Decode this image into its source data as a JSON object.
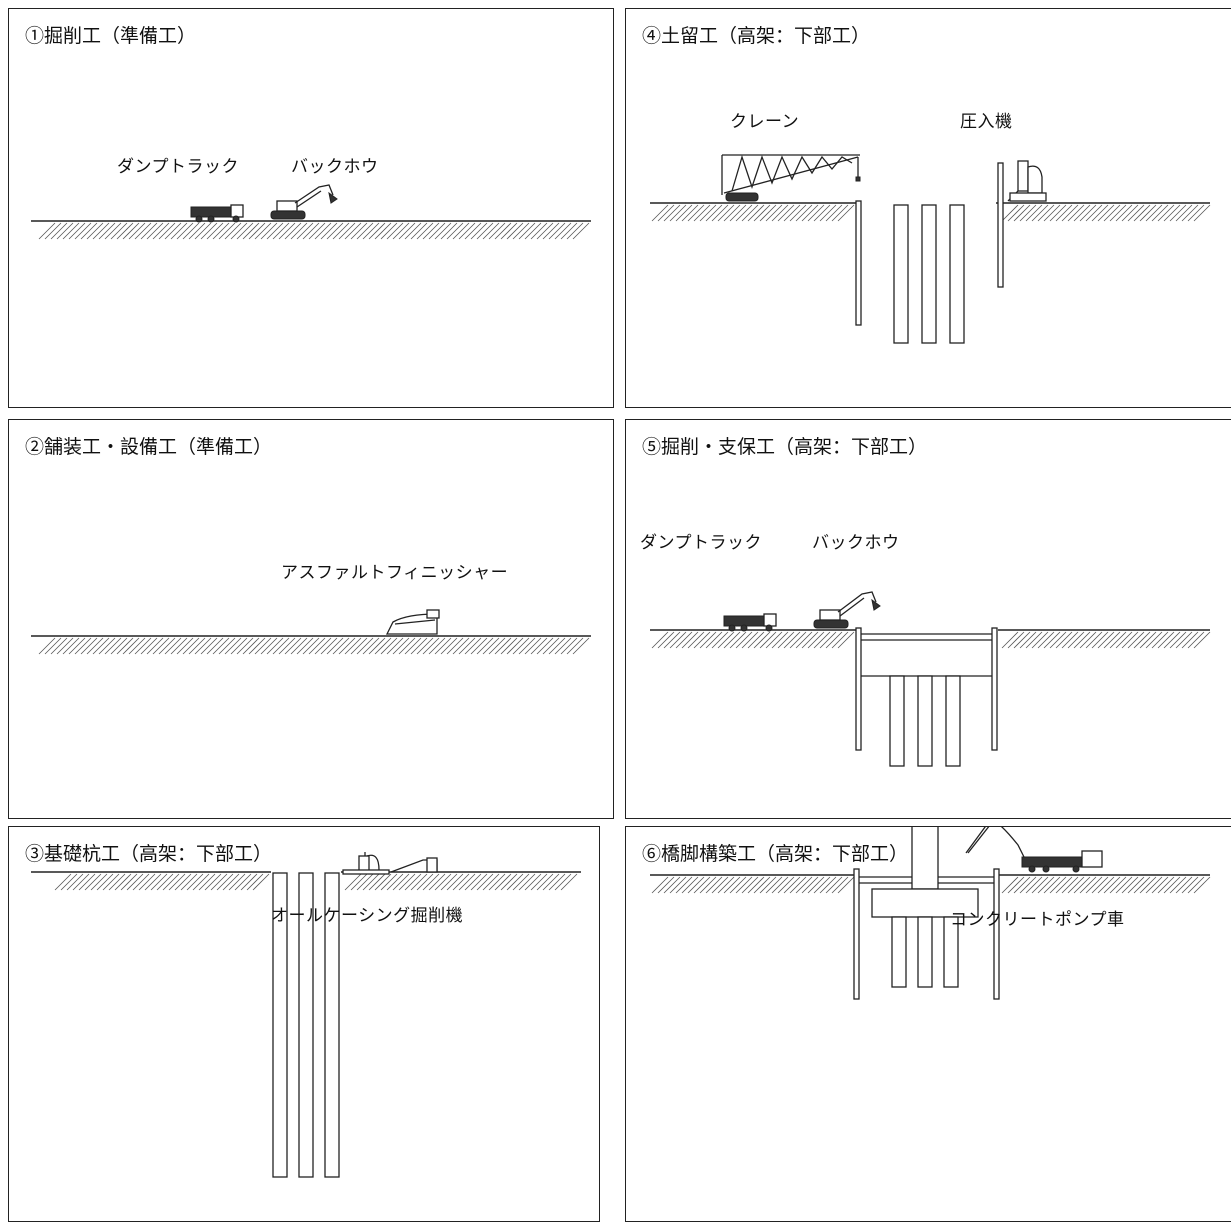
{
  "panels": {
    "p1": {
      "title": "①掘削工（準備工）",
      "labels": [
        "ダンプトラック",
        "バックホウ"
      ]
    },
    "p2": {
      "title": "②舗装工・設備工（準備工）",
      "labels": [
        "アスファルトフィニッシャー"
      ]
    },
    "p3": {
      "title": "③基礎杭工（高架：下部工）",
      "labels": [
        "オールケーシング掘削機"
      ]
    },
    "p4": {
      "title": "④土留工（高架：下部工）",
      "labels": [
        "クレーン",
        "圧入機"
      ]
    },
    "p5": {
      "title": "⑤掘削・支保工（高架：下部工）",
      "labels": [
        "ダンプトラック",
        "バックホウ"
      ]
    },
    "p6": {
      "title": "⑥橋脚構築工（高架：下部工）",
      "labels": [
        "コンクリートポンプ車"
      ]
    }
  }
}
